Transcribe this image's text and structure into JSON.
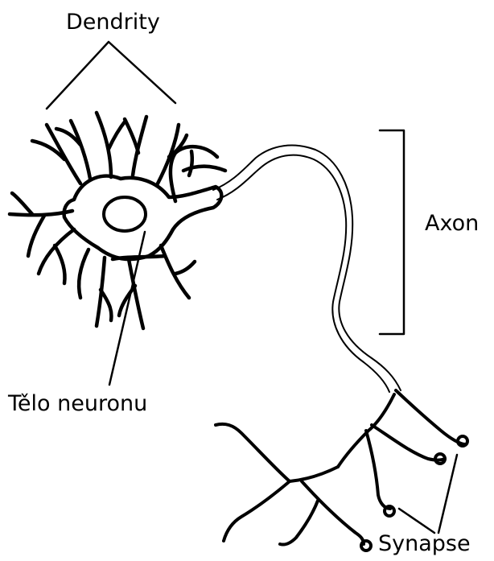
{
  "labels": {
    "dendrites": "Dendrity",
    "axon": "Axon",
    "cell_body": "Tělo neuronu",
    "synapse": "Synapse"
  },
  "colors": {
    "ink": "#000000",
    "background": "#ffffff"
  }
}
